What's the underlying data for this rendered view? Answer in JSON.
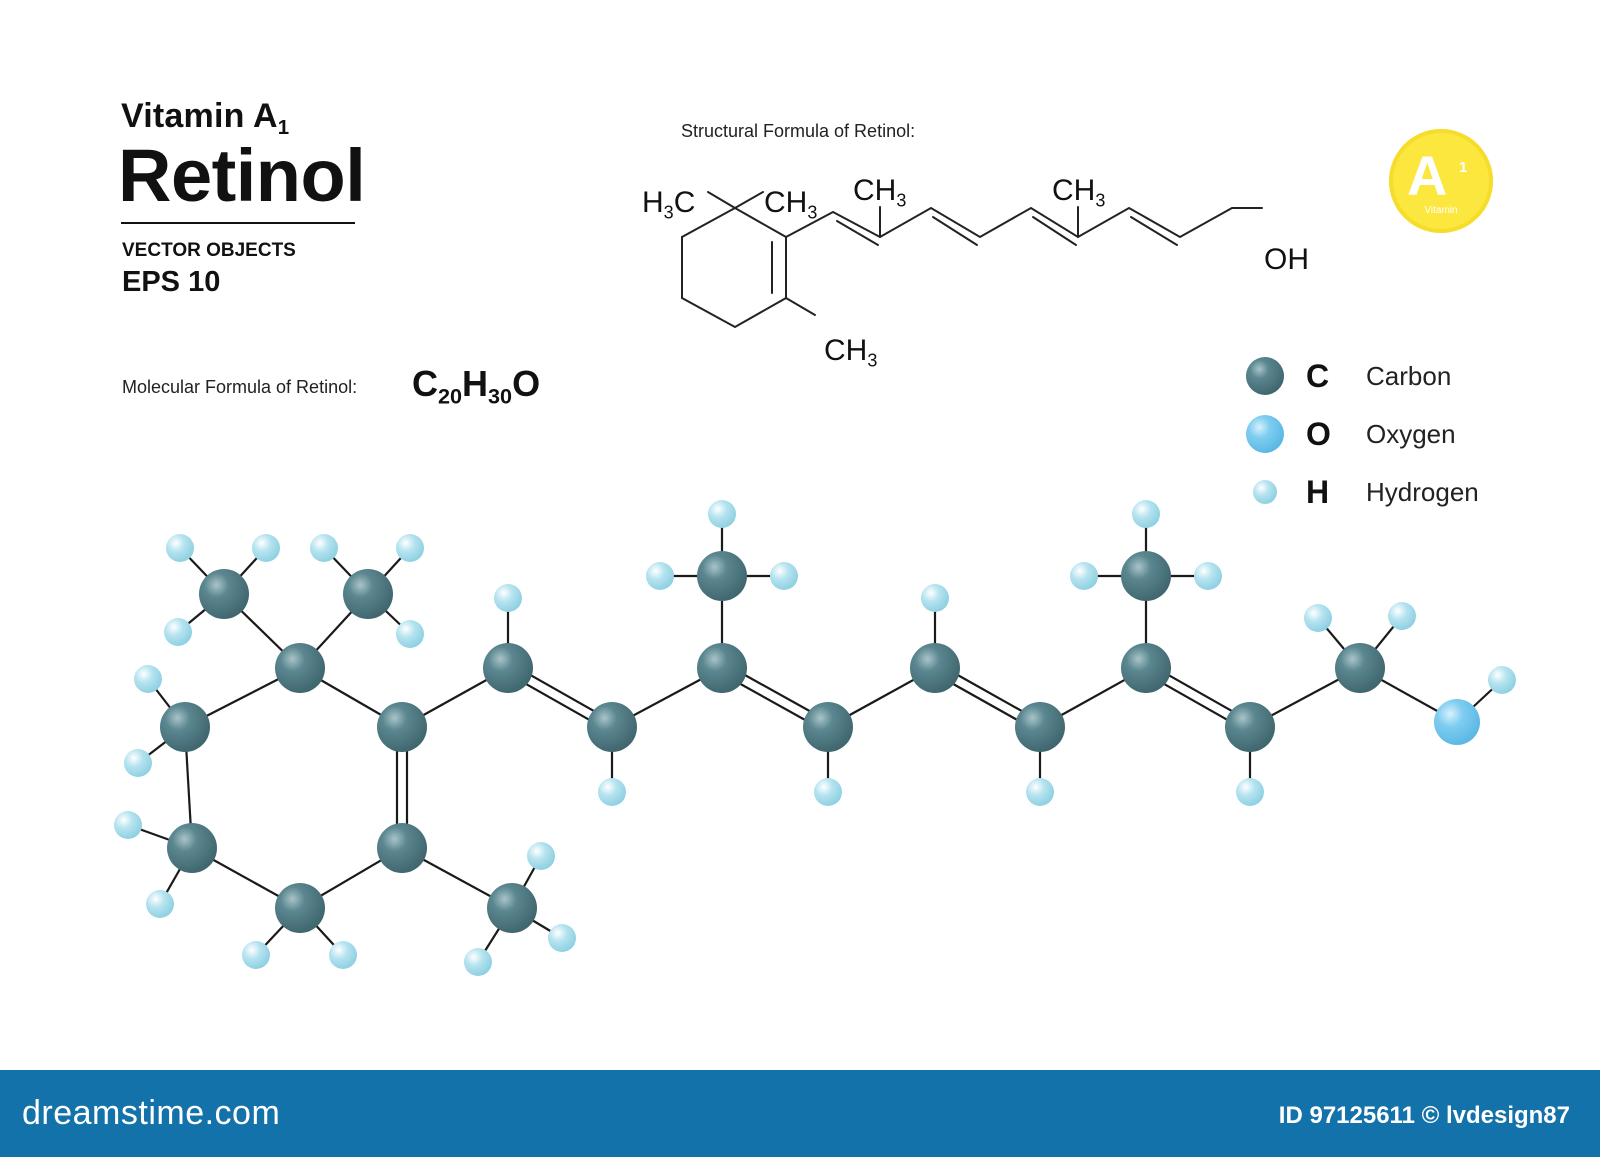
{
  "header": {
    "subtitle_main": "Vitamin A",
    "subtitle_sub": "1",
    "title": "Retinol",
    "vector_objects": "VECTOR OBJECTS",
    "eps": "EPS 10"
  },
  "molecular_formula": {
    "label": "Molecular Formula of Retinol:",
    "parts": [
      {
        "el": "C",
        "n": "20"
      },
      {
        "el": "H",
        "n": "30"
      },
      {
        "el": "O",
        "n": ""
      }
    ]
  },
  "structural_formula": {
    "label": "Structural  Formula of Retinol:",
    "groups": {
      "h3c_left": {
        "main": "H",
        "sub": "3",
        "tail": "C"
      },
      "ch3_ring_top": {
        "main": "CH",
        "sub": "3"
      },
      "ch3_chain_1": {
        "main": "CH",
        "sub": "3"
      },
      "ch3_chain_2": {
        "main": "CH",
        "sub": "3"
      },
      "ch3_ring_bottom": {
        "main": "CH",
        "sub": "3"
      },
      "oh": "OH"
    }
  },
  "vitamin_badge": {
    "letter": "A",
    "sub": "1",
    "word": "Vitamin",
    "color": "#fbe73d"
  },
  "legend": [
    {
      "symbol": "C",
      "name": "Carbon",
      "color": "#5b8790"
    },
    {
      "symbol": "O",
      "name": "Oxygen",
      "color": "#7fcdf0"
    },
    {
      "symbol": "H",
      "name": "Hydrogen",
      "color": "#b5e3ef"
    }
  ],
  "footer": {
    "logo": "dreamstime.com",
    "id_text": "ID 97125611 © lvdesign87",
    "color": "#1372a9"
  }
}
